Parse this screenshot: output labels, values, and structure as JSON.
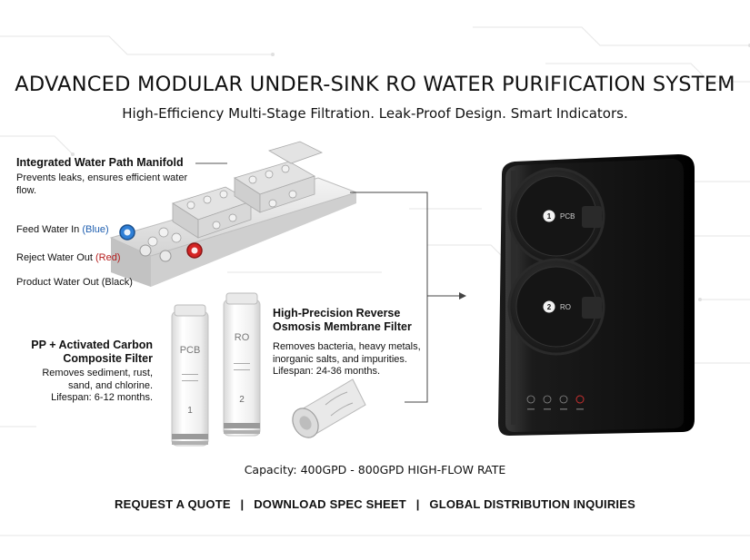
{
  "header": {
    "title": "ADVANCED MODULAR UNDER-SINK RO WATER PURIFICATION SYSTEM",
    "subtitle": "High-Efficiency Multi-Stage Filtration. Leak-Proof Design. Smart Indicators."
  },
  "manifold": {
    "title": "Integrated Water Path Manifold",
    "description": "Prevents leaks, ensures efficient water flow.",
    "ports": {
      "feed_label": "Feed Water In",
      "feed_color_word": "(Blue)",
      "reject_label": "Reject Water Out",
      "reject_color_word": "(Red)",
      "product_label": "Product Water Out (Black)"
    }
  },
  "pp_filter": {
    "title": "PP + Activated Carbon Composite Filter",
    "description": "Removes sediment, rust, sand, and chlorine.",
    "lifespan": "Lifespan: 6-12 months.",
    "cartridge_label": "PCB",
    "cartridge_number": "1"
  },
  "ro_filter": {
    "title": "High-Precision Reverse Osmosis Membrane Filter",
    "description": "Removes bacteria, heavy metals, inorganic salts, and impurities.",
    "lifespan": "Lifespan: 24-36 months.",
    "cartridge_label": "RO",
    "cartridge_number": "2"
  },
  "unit": {
    "module_1_number": "1",
    "module_1_label": "PCB",
    "module_2_number": "2",
    "module_2_label": "RO"
  },
  "capacity": "Capacity: 400GPD - 800GPD HIGH-FLOW RATE",
  "cta": {
    "quote": "REQUEST A QUOTE",
    "spec": "DOWNLOAD SPEC SHEET",
    "distribution": "GLOBAL DISTRIBUTION INQUIRIES",
    "separator": "|"
  },
  "colors": {
    "feed_blue": "#1f5fb0",
    "reject_red": "#b51d1d",
    "unit_body": "#161616"
  },
  "icons": [
    "manifold-image",
    "pp-cartridge-image",
    "ro-cartridge-image",
    "ro-membrane-image",
    "purifier-unit-image",
    "arrow-icon"
  ]
}
